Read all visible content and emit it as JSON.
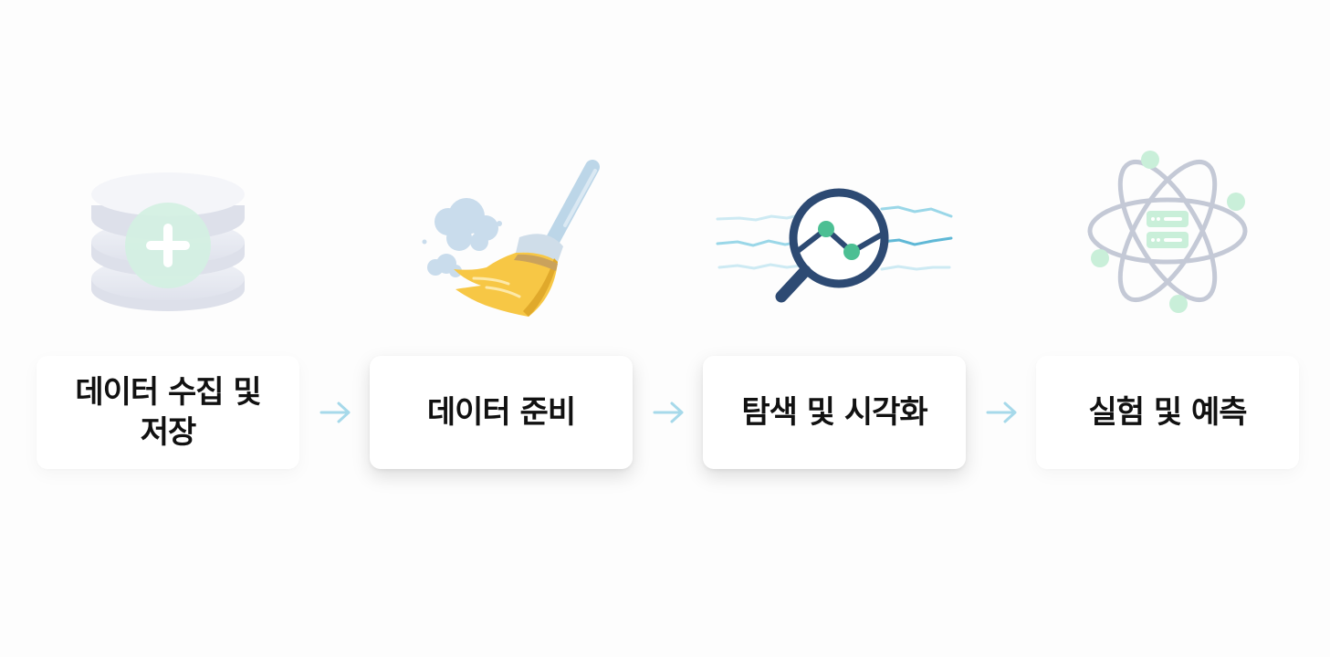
{
  "colors": {
    "background": "#fdfdfd",
    "arrow": "#a6d9ea",
    "database": "#d9dde8",
    "database_plus_circle": "#d3f0e2",
    "broom_bristles": "#f7c745",
    "broom_handle": "#bcd6e8",
    "magnifier": "#2d4a73",
    "data_points": "#4cbf93",
    "waves": "#6cc4dc",
    "atom_orbits": "#c4c9d6",
    "atom_electrons": "#c9efd9"
  },
  "steps": [
    {
      "label": "데이터 수집 및\n저장",
      "icon": "database-add-icon"
    },
    {
      "label": "데이터 준비",
      "icon": "broom-icon"
    },
    {
      "label": "탐색 및 시각화",
      "icon": "magnifier-chart-icon"
    },
    {
      "label": "실험 및 예측",
      "icon": "atom-server-icon"
    }
  ],
  "connectors": [
    {
      "icon": "arrow-right-icon"
    },
    {
      "icon": "arrow-right-icon"
    },
    {
      "icon": "arrow-right-icon"
    }
  ]
}
